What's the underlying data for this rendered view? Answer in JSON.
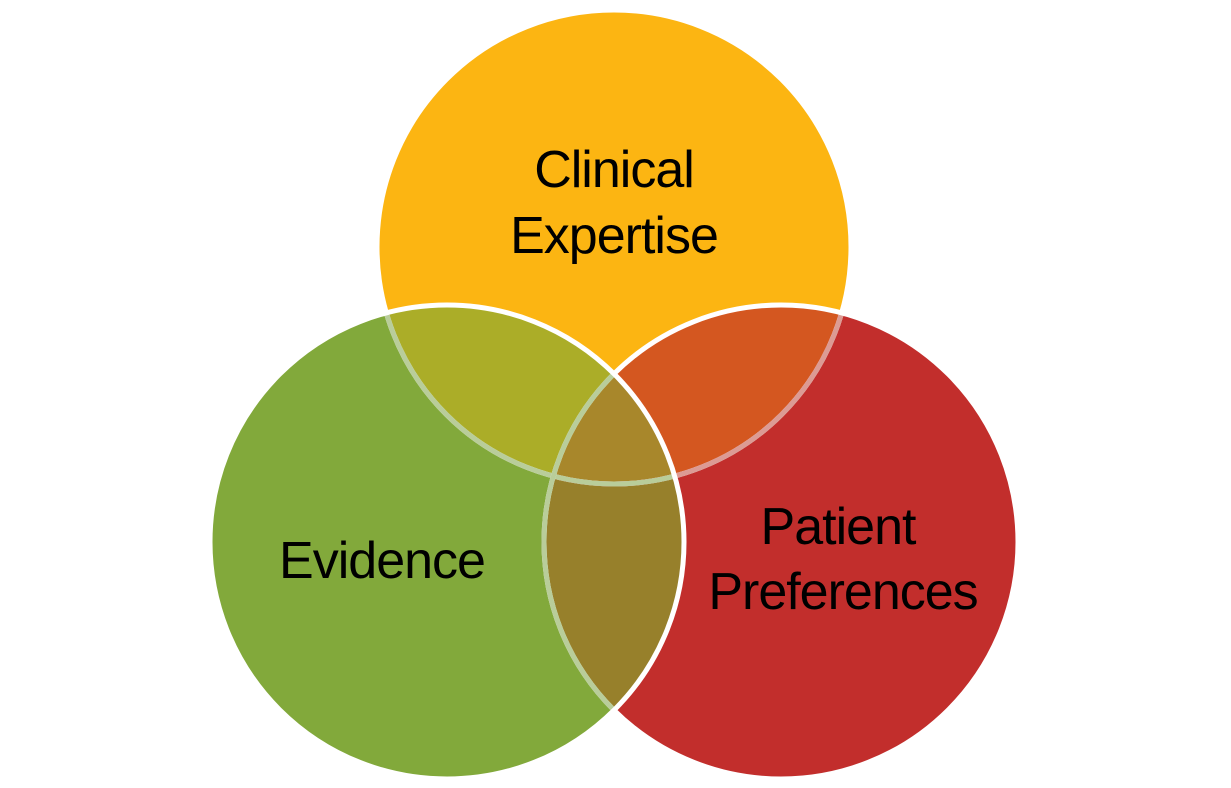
{
  "diagram": {
    "type": "venn-3",
    "background": "#FFFFFF",
    "text_color": "#000000",
    "stroke_color": "#FFFFFF",
    "stroke_tint_over_green": "#B9CD9A",
    "stroke_tint_over_red": "#DC9B94",
    "circles": [
      {
        "id": "clinical-expertise",
        "label": "Clinical Expertise",
        "lines": [
          "Clinical",
          "Expertise"
        ],
        "fill": "#FCB512"
      },
      {
        "id": "evidence",
        "label": "Evidence",
        "lines": [
          "Evidence"
        ],
        "fill": "#82A93B"
      },
      {
        "id": "patient-preferences",
        "label": "Patient Preferences",
        "lines": [
          "Patient",
          "Preferences"
        ],
        "fill": "#C22E2C"
      }
    ],
    "overlaps": {
      "clinical_evidence": "#ABAD28",
      "clinical_patient": "#D45720",
      "evidence_patient": "#97802B",
      "all_three": "#A8872B"
    }
  }
}
